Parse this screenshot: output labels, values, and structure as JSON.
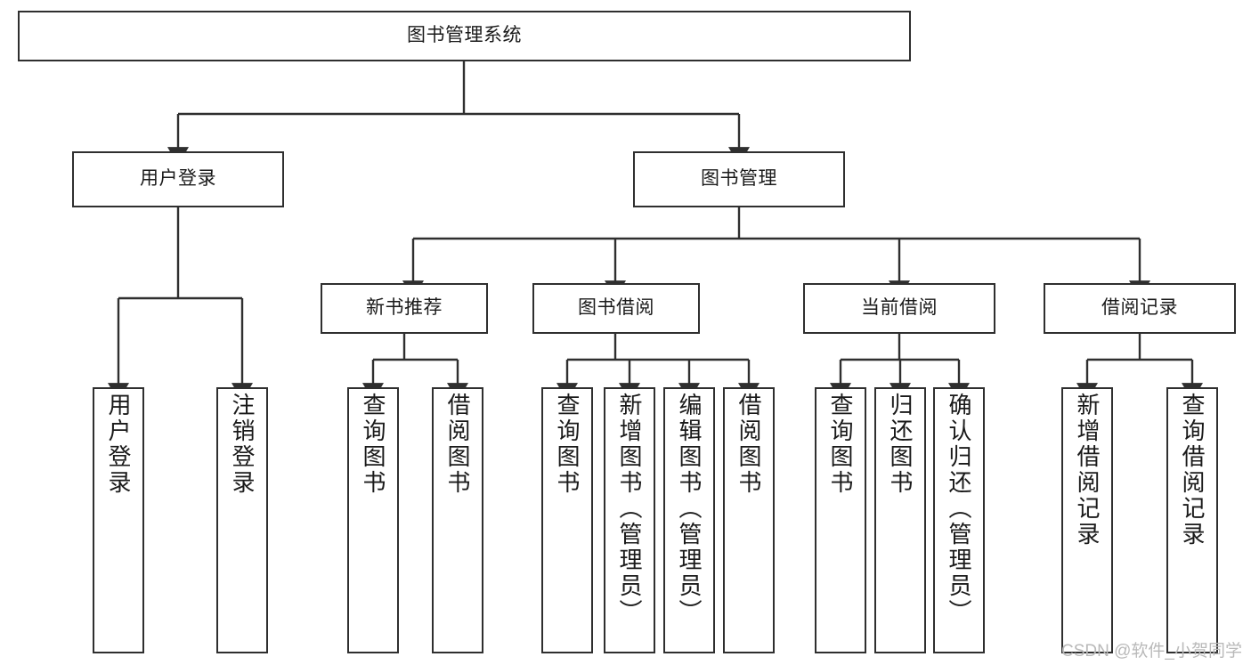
{
  "diagram": {
    "type": "tree-hierarchy-chart",
    "title": "图书管理系统",
    "stroke_color": "#2f2f2f",
    "background_color": "#ffffff",
    "text_color": "#1a1a1a",
    "root": {
      "label": "图书管理系统"
    },
    "level2": [
      {
        "label": "用户登录"
      },
      {
        "label": "图书管理"
      }
    ],
    "level3": [
      {
        "label": "新书推荐"
      },
      {
        "label": "图书借阅"
      },
      {
        "label": "当前借阅"
      },
      {
        "label": "借阅记录"
      }
    ],
    "leaves": [
      {
        "label": "用户登录",
        "parent": "用户登录"
      },
      {
        "label": "注销登录",
        "parent": "用户登录"
      },
      {
        "label": "查询图书",
        "parent": "新书推荐"
      },
      {
        "label": "借阅图书",
        "parent": "新书推荐"
      },
      {
        "label": "查询图书",
        "parent": "图书借阅"
      },
      {
        "label": "新增图书（管理员）",
        "parent": "图书借阅"
      },
      {
        "label": "编辑图书（管理员）",
        "parent": "图书借阅"
      },
      {
        "label": "借阅图书",
        "parent": "图书借阅"
      },
      {
        "label": "查询图书",
        "parent": "当前借阅"
      },
      {
        "label": "归还图书",
        "parent": "当前借阅"
      },
      {
        "label": "确认归还（管理员）",
        "parent": "当前借阅"
      },
      {
        "label": "新增借阅记录",
        "parent": "借阅记录"
      },
      {
        "label": "查询借阅记录",
        "parent": "借阅记录"
      }
    ]
  },
  "watermark": {
    "text": "CSDN @软件_小贺同学"
  }
}
